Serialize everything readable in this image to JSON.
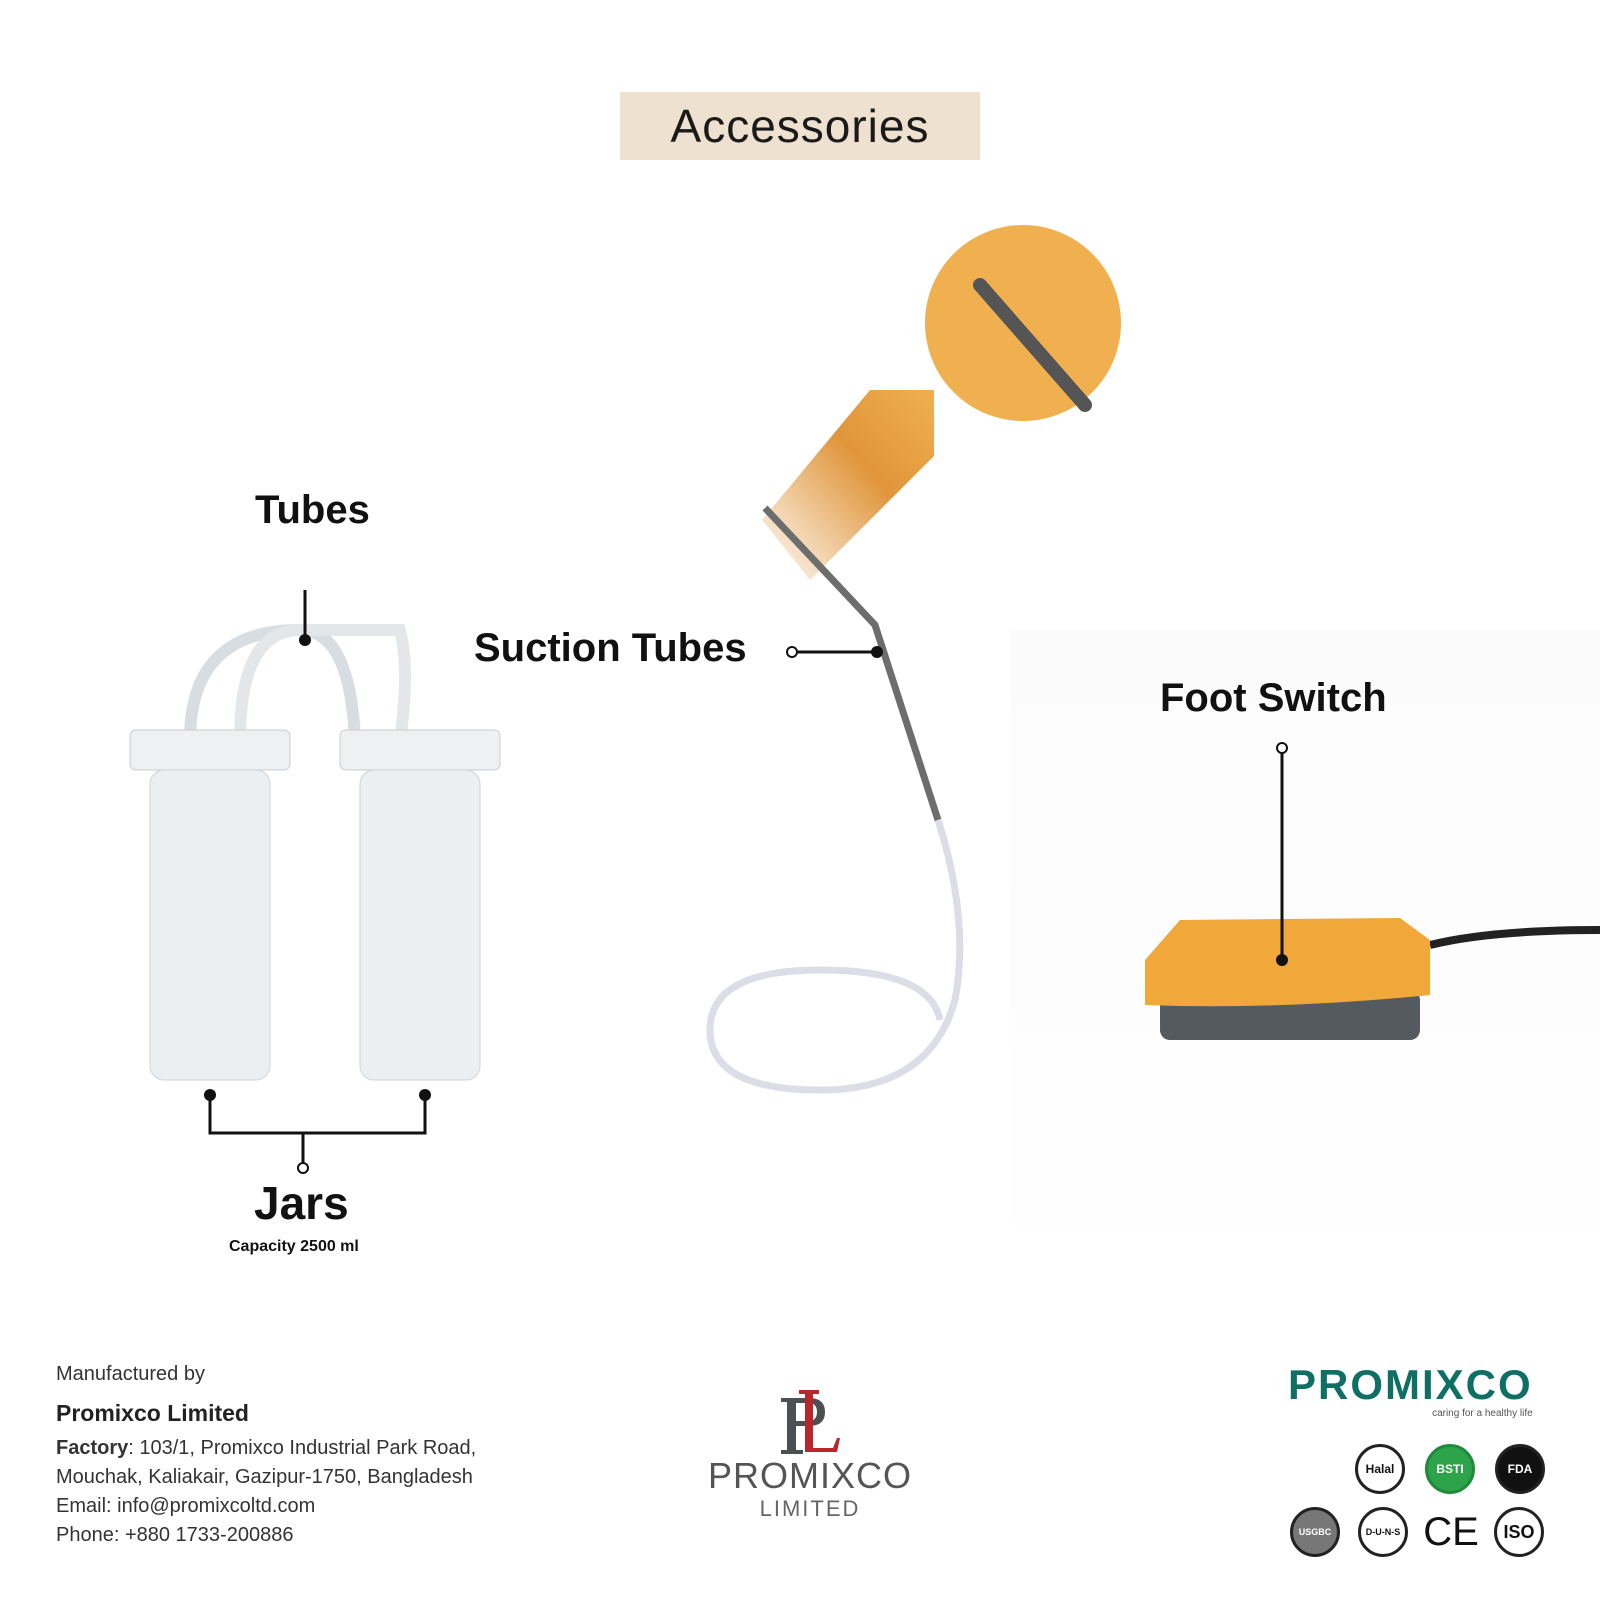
{
  "title": "Accessories",
  "labels": {
    "tubes": "Tubes",
    "suction_tubes": "Suction Tubes",
    "foot_switch": "Foot Switch",
    "jars": "Jars",
    "jars_capacity": "Capacity 2500 ml"
  },
  "colors": {
    "accent": "#f0b04f",
    "title_bg": "#efe1cf",
    "brand": "#0f6f64",
    "logo_red": "#b9262c"
  },
  "footer": {
    "manufactured_by": "Manufactured by",
    "company": "Promixco Limited",
    "factory_label": "Factory",
    "factory_address_1": ": 103/1, Promixco Industrial Park Road,",
    "factory_address_2": "Mouchak,  Kaliakair, Gazipur-1750, Bangladesh",
    "email": "Email: info@promixcoltd.com",
    "phone": "Phone: +880 1733-200886"
  },
  "center_logo": {
    "monogram": "PL",
    "name": "PROMIXCO",
    "suffix": "LIMITED"
  },
  "brand_logo": {
    "name": "PROMIXCO",
    "tagline": "caring for a healthy life"
  },
  "certifications": [
    "Halal",
    "BSTI",
    "FDA",
    "USGBC",
    "D-U-N-S",
    "CE",
    "ISO"
  ]
}
